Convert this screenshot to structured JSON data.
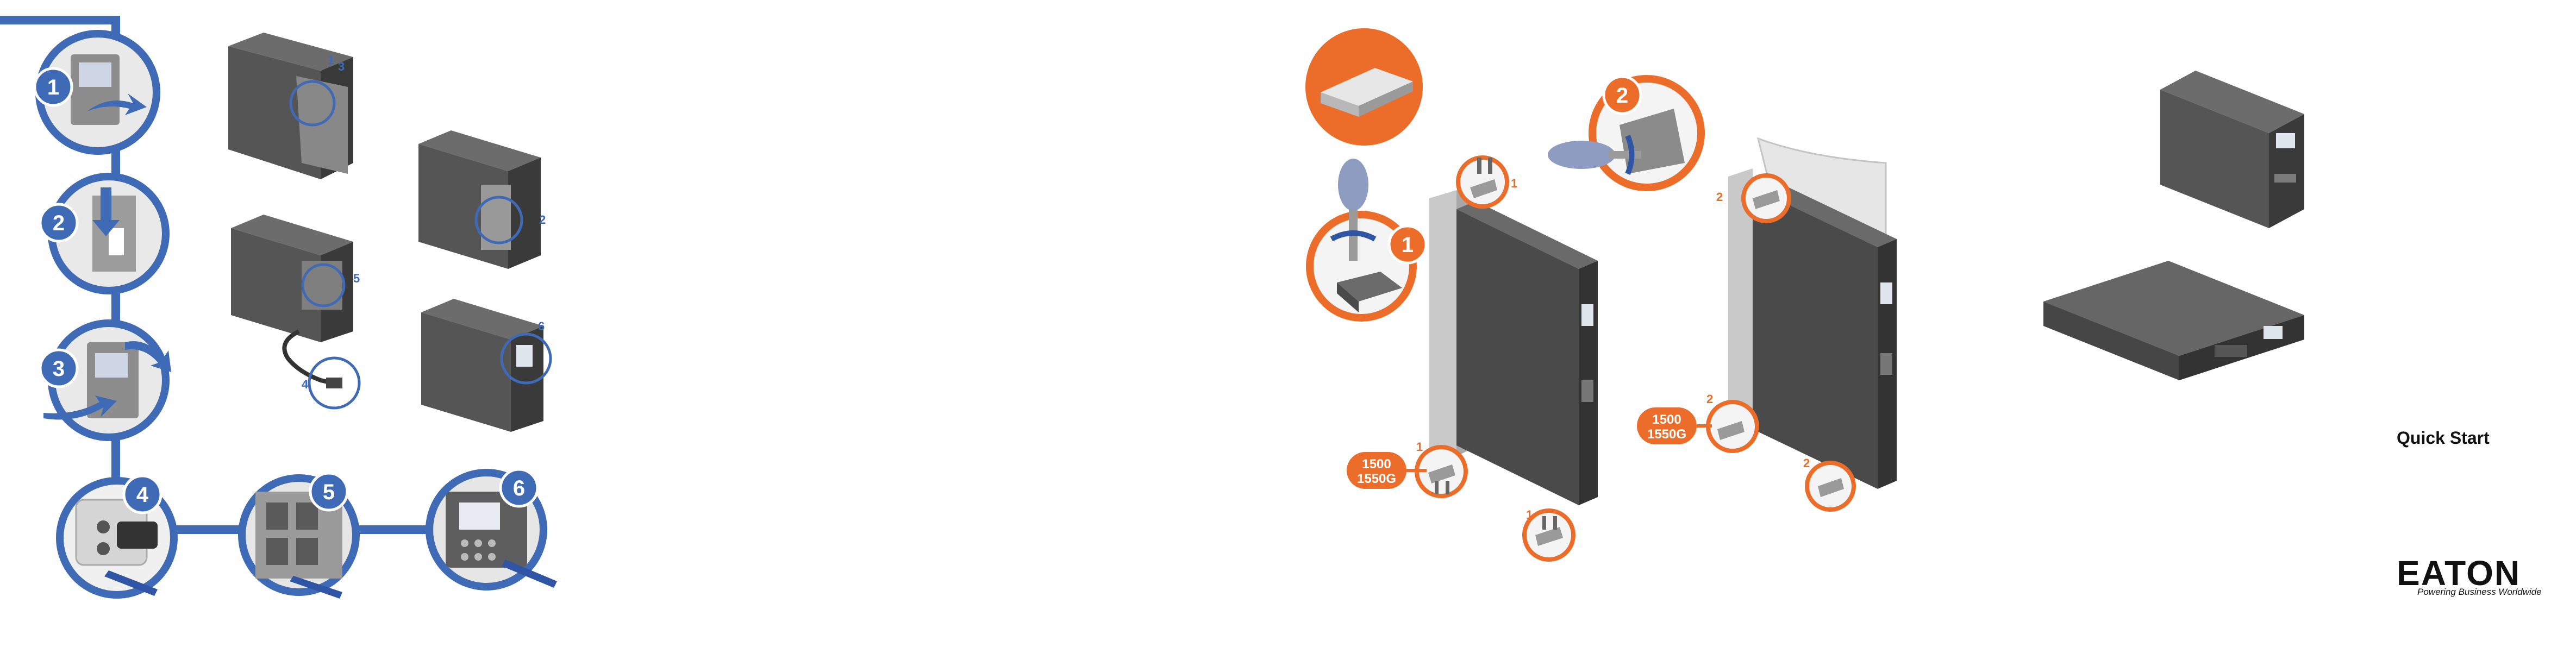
{
  "colors": {
    "blue_accent": "#3e6ab6",
    "blue_dark": "#2f55a4",
    "orange_accent": "#ec6d2a",
    "device_dark": "#4a4a4a",
    "device_mid": "#6b6b6b",
    "light_gray": "#d8d8d8"
  },
  "left_panel": {
    "steps_vertical": [
      {
        "num": "1",
        "icon": "open-front-panel-icon"
      },
      {
        "num": "2",
        "icon": "connect-battery-icon"
      },
      {
        "num": "3",
        "icon": "close-front-panel-icon"
      }
    ],
    "steps_horizontal": [
      {
        "num": "4",
        "icon": "plug-into-outlet-icon"
      },
      {
        "num": "5",
        "icon": "connect-equipment-icon"
      },
      {
        "num": "6",
        "icon": "turn-on-display-icon"
      }
    ],
    "tower_callouts": {
      "t1": [
        "1",
        "3"
      ],
      "t2": [
        "2"
      ],
      "t3": [
        "5"
      ],
      "t3_cord": [
        "4"
      ],
      "t4": [
        "6"
      ]
    }
  },
  "right_panel": {
    "badge_left": "1",
    "badge_right": "2",
    "model_labels": {
      "left_line1": "1500",
      "left_line2": "1550G",
      "mid_line1": "1500",
      "mid_line2": "1550G"
    },
    "bracket_callouts": {
      "top_left": "1",
      "bottom_left": "1",
      "bottom_left2": "1",
      "top_right": "2",
      "mid_right": "2",
      "bottom_right": "2"
    }
  },
  "cover": {
    "title": "Quick Start",
    "brand": "EATON",
    "tagline": "Powering Business Worldwide"
  }
}
